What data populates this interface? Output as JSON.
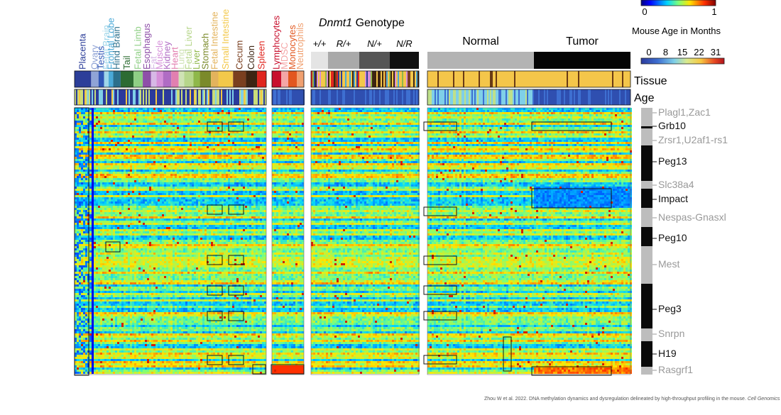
{
  "chart_data": {
    "type": "heatmap",
    "description_value_scale": {
      "min_label": "0",
      "max_label": "1"
    },
    "age_scale": {
      "title": "Mouse Age in Months",
      "ticks": [
        "0",
        "8",
        "15",
        "22",
        "31"
      ]
    },
    "row_labels": {
      "tissue": "Tissue",
      "age": "Age"
    },
    "panels": [
      {
        "id": "tissues",
        "groups": [
          {
            "label": "Placenta",
            "color": "#2c3e99"
          },
          {
            "label": "Ovary",
            "color": "#8fa3d6"
          },
          {
            "label": "Testis",
            "color": "#2f55b5"
          },
          {
            "label": "Fetal Brain",
            "color": "#9fd6e9"
          },
          {
            "label": "Frontal Lobe",
            "color": "#4aa9d8"
          },
          {
            "label": "Hind Brain",
            "color": "#2b6f8c"
          },
          {
            "label": "Tail",
            "color": "#2d6b32"
          },
          {
            "label": "Fetal Limb",
            "color": "#8fcf85"
          },
          {
            "label": "Esophagus",
            "color": "#8e4fa8"
          },
          {
            "label": "Fat",
            "color": "#d7b8e6"
          },
          {
            "label": "Muscle",
            "color": "#d58fd9"
          },
          {
            "label": "Kidney",
            "color": "#b06cc4"
          },
          {
            "label": "Heart",
            "color": "#e27fb0"
          },
          {
            "label": "Lung",
            "color": "#cfe3b5"
          },
          {
            "label": "Fetal Liver",
            "color": "#b7d68b"
          },
          {
            "label": "Liver",
            "color": "#8fb84a"
          },
          {
            "label": "Stomach",
            "color": "#7b8a2a"
          },
          {
            "label": "Fetal Intestine",
            "color": "#e3b35c"
          },
          {
            "label": "Small Intestine",
            "color": "#f3c84a"
          },
          {
            "label": "Cecum",
            "color": "#7a3f1f"
          },
          {
            "label": "Colon",
            "color": "#3d2412"
          },
          {
            "label": "Spleen",
            "color": "#e0261f"
          }
        ]
      },
      {
        "id": "immune",
        "groups": [
          {
            "label": "Lymphocytes",
            "color": "#c8102e"
          },
          {
            "label": "MDSC",
            "color": "#f4a6a6"
          },
          {
            "label": "Monocytes",
            "color": "#e2571f"
          },
          {
            "label": "Neutrophils",
            "color": "#f0a070"
          }
        ]
      },
      {
        "id": "dnmt1",
        "title_gene": "Dnmt1",
        "title_rest": " Genotype",
        "groups": [
          {
            "label": "+/+",
            "color": "#e4e4e4"
          },
          {
            "label": "R/+",
            "color": "#a9a9a9"
          },
          {
            "label": "N/+",
            "color": "#555555"
          },
          {
            "label": "N/R",
            "color": "#111111"
          }
        ]
      },
      {
        "id": "tumor",
        "groups": [
          {
            "label": "Normal",
            "color": "#b3b3b3"
          },
          {
            "label": "Tumor",
            "color": "#050505"
          }
        ]
      }
    ],
    "genes": [
      {
        "label": "Plagl1,Zac1",
        "shade": "light"
      },
      {
        "label": "Grb10",
        "shade": "dark"
      },
      {
        "label": "Zrsr1,U2af1-rs1",
        "shade": "light"
      },
      {
        "label": "Peg13",
        "shade": "dark"
      },
      {
        "label": "Slc38a4",
        "shade": "light"
      },
      {
        "label": "Impact",
        "shade": "dark"
      },
      {
        "label": "Nespas-Gnasxl",
        "shade": "light"
      },
      {
        "label": "Peg10",
        "shade": "dark"
      },
      {
        "label": "Mest",
        "shade": "light"
      },
      {
        "label": "Peg3",
        "shade": "dark"
      },
      {
        "label": "Snrpn",
        "shade": "light"
      },
      {
        "label": "H19",
        "shade": "dark"
      },
      {
        "label": "Rasgrf1",
        "shade": "light"
      }
    ],
    "colorscale": "jet"
  },
  "caption": {
    "pre": "Zhou W et al. 2022. DNA methylation dynamics and dysregulation delineated by high-throughput profiling in the mouse. ",
    "journal": "Cell Genomics"
  }
}
